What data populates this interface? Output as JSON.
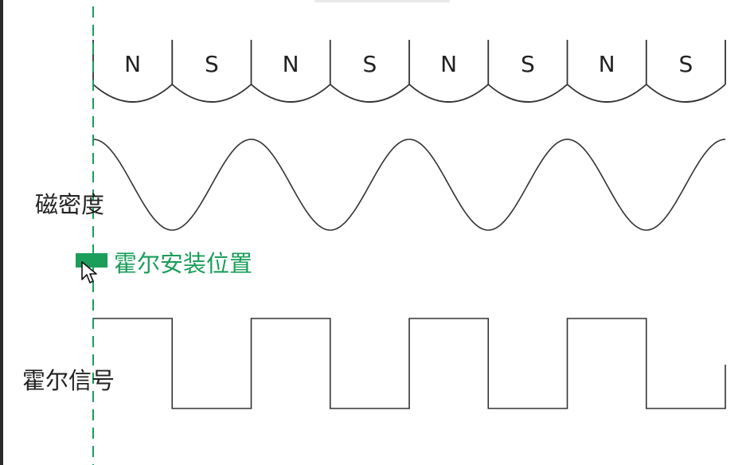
{
  "poles": [
    "N",
    "S",
    "N",
    "S",
    "N",
    "S",
    "N",
    "S"
  ],
  "labels": {
    "flux_density": "磁密度",
    "hall_position": "霍尔安装位置",
    "hall_signal": "霍尔信号"
  },
  "icons": {
    "hall_marker": "hall-sensor-marker",
    "cursor": "mouse-pointer"
  },
  "colors": {
    "accent_green": "#1a9e5a",
    "line": "#333333",
    "text": "#222222"
  }
}
